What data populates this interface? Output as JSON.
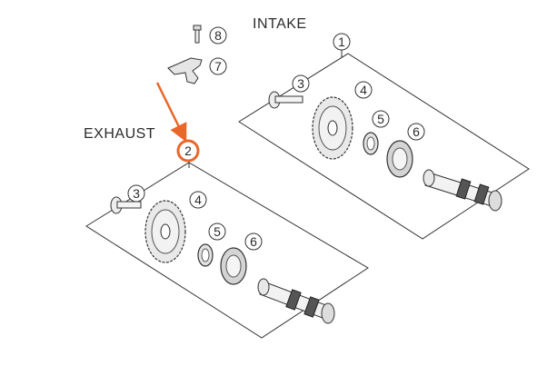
{
  "sections": {
    "intake": {
      "label": "INTAKE"
    },
    "exhaust": {
      "label": "EXHAUST"
    }
  },
  "callouts": {
    "c1": "1",
    "c2": "2",
    "c3a": "3",
    "c3b": "3",
    "c4a": "4",
    "c4b": "4",
    "c5a": "5",
    "c5b": "5",
    "c6a": "6",
    "c6b": "6",
    "c7": "7",
    "c8": "8"
  },
  "highlight": {
    "color": "#e8672b",
    "part": "2"
  }
}
